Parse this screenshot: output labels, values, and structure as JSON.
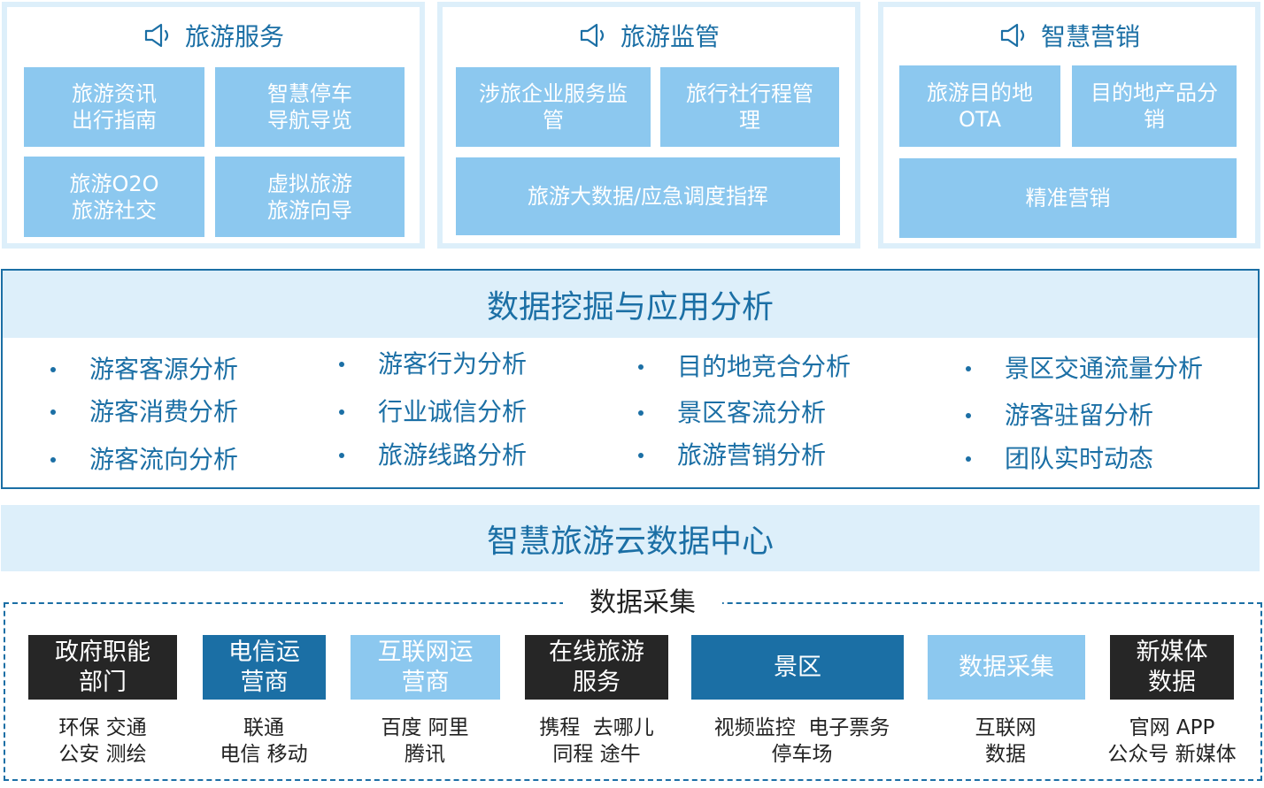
{
  "panels": [
    {
      "title": "旅游服务",
      "icon": "speaker-icon",
      "tiles": [
        {
          "lines": [
            "旅游资讯",
            "出行指南"
          ]
        },
        {
          "lines": [
            "智慧停车",
            "导航导览"
          ]
        },
        {
          "lines": [
            "旅游O2O",
            "旅游社交"
          ]
        },
        {
          "lines": [
            "虚拟旅游",
            "旅游向导"
          ]
        }
      ]
    },
    {
      "title": "旅游监管",
      "icon": "speaker-icon",
      "tiles": [
        {
          "lines": [
            "涉旅企业服务监",
            "管"
          ]
        },
        {
          "lines": [
            "旅行社行程管",
            "理"
          ]
        },
        {
          "lines": [
            "旅游大数据/应急调度指挥"
          ]
        }
      ]
    },
    {
      "title": "智慧营销",
      "icon": "speaker-icon",
      "tiles": [
        {
          "lines": [
            "旅游目的地",
            "OTA"
          ]
        },
        {
          "lines": [
            "目的地产品分",
            "销"
          ]
        },
        {
          "lines": [
            "精准营销"
          ]
        }
      ]
    }
  ],
  "mining": {
    "title": "数据挖掘与应用分析",
    "items": [
      "游客客源分析",
      "游客消费分析",
      "游客流向分析",
      "游客行为分析",
      "行业诚信分析",
      "旅游线路分析",
      "目的地竞合分析",
      "景区客流分析",
      "旅游营销分析",
      "景区交通流量分析",
      "游客驻留分析",
      "团队实时动态"
    ]
  },
  "cloud": {
    "title": "智慧旅游云数据中心"
  },
  "collection": {
    "title": "数据采集",
    "sources": [
      {
        "lines": [
          "政府职能",
          "部门"
        ],
        "sub": [
          "环保 交通",
          "公安 测绘"
        ]
      },
      {
        "lines": [
          "电信运",
          "营商"
        ],
        "sub": [
          "联通",
          "电信 移动"
        ]
      },
      {
        "lines": [
          "互联网运",
          "营商"
        ],
        "sub": [
          "百度 阿里",
          "腾讯"
        ]
      },
      {
        "lines": [
          "在线旅游",
          "服务"
        ],
        "sub": [
          "携程  去哪儿",
          "同程 途牛"
        ]
      },
      {
        "lines": [
          "景区"
        ],
        "sub": [
          "视频监控  电子票务",
          "停车场"
        ]
      },
      {
        "lines": [
          "数据采集"
        ],
        "sub": [
          "互联网",
          "数据"
        ]
      },
      {
        "lines": [
          "新媒体",
          "数据"
        ],
        "sub": [
          "官网 APP",
          "公众号 新媒体"
        ]
      }
    ]
  },
  "colors": {
    "primary": "#1b6fa5",
    "tile": "#8cc8ef",
    "band": "#ddeffa",
    "dark_box": "#262626"
  }
}
